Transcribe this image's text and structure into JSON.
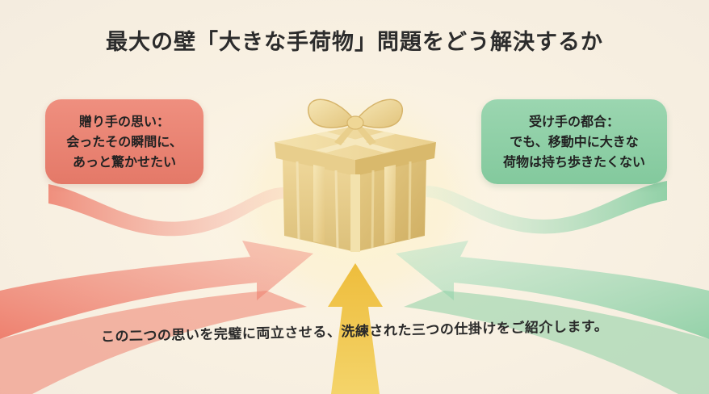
{
  "title": "最大の壁「大きな手荷物」問題をどう解決するか",
  "giver": {
    "lines": [
      "贈り手の思い：",
      "会ったその瞬間に、",
      "あっと驚かせたい"
    ]
  },
  "receiver": {
    "lines": [
      "受け手の都合：",
      "でも、移動中に大きな",
      "荷物は持ち歩きたくない"
    ]
  },
  "footer": "この二つの思いを完璧に両立させる、洗練された三つの仕掛けをご紹介します。",
  "colors": {
    "giver": "#e8806f",
    "receiver": "#8ccfa4",
    "center_arrow": "#f0c64a",
    "gift": "#e3c679",
    "background": "#f7f1e6"
  },
  "icons": {
    "central": "gift-box-icon"
  }
}
